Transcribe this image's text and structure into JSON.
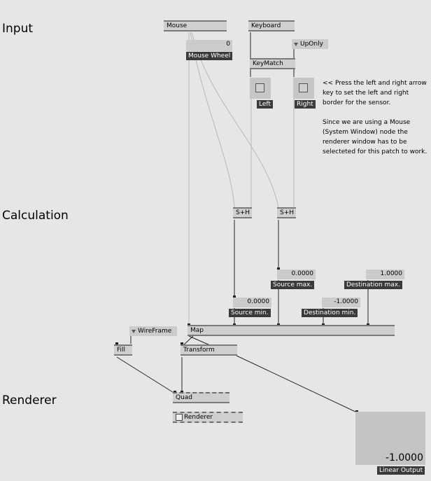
{
  "sections": {
    "input": "Input",
    "calculation": "Calculation",
    "renderer": "Renderer"
  },
  "nodes": {
    "mouse": "Mouse",
    "keyboard": "Keyboard",
    "keymatch": "KeyMatch",
    "sh1": "S+H",
    "sh2": "S+H",
    "map": "Map",
    "fill": "Fill",
    "transform": "Transform",
    "quad": "Quad",
    "renderer": "Renderer"
  },
  "enums": {
    "upOnly": "UpOnly",
    "wireframe": "WireFrame"
  },
  "values": {
    "mouseWheel": "0",
    "sourceMax": "0.0000",
    "sourceMin": "0.0000",
    "destMax": "1.0000",
    "destMin": "-1.0000",
    "linearOutput": "-1.0000"
  },
  "labels": {
    "mouseWheel": "Mouse Wheel",
    "left": "Left",
    "right": "Right",
    "sourceMax": "Source max.",
    "sourceMin": "Source min.",
    "destMax": "Destination max.",
    "destMin": "Destination min.",
    "linearOutput": "Linear Output"
  },
  "comments": {
    "line1": "<< Press the left and right arrow",
    "line2": "key to set the left and right",
    "line3": "border for the sensor.",
    "line4": "Since we are using a Mouse",
    "line5": "(System Window) node the",
    "line6": "renderer window has to be",
    "line7": "selecteted for this patch to work."
  }
}
